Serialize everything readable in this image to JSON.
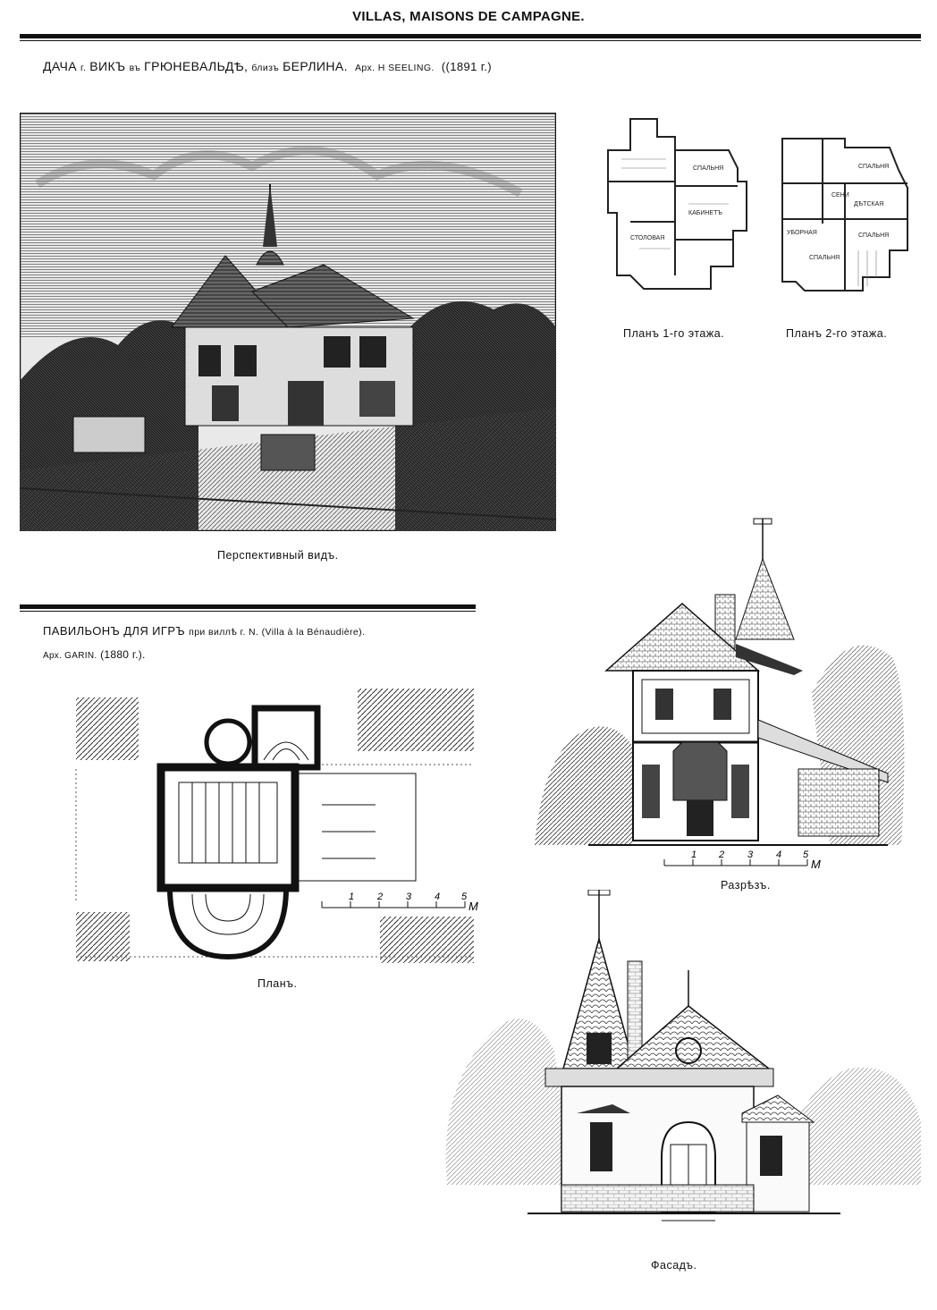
{
  "header": {
    "title": "VILLAS, MAISONS DE CAMPAGNE."
  },
  "section1": {
    "title_main": "ДАЧА",
    "title_g": "г.",
    "title_name": "ВИКЪ",
    "title_v": "въ",
    "title_place": "ГРЮНЕВАЛЬДѢ,",
    "title_near": "близъ",
    "title_city": "БЕРЛИНА.",
    "title_arch": "Арх. H SEELING.",
    "title_year": "((1891 г.)",
    "caption_perspective": "Перспективный видъ.",
    "caption_plan1": "Планъ 1-го этажа.",
    "caption_plan2": "Планъ 2-го этажа."
  },
  "section2": {
    "title_main": "ПАВИЛЬОНЪ ДЛЯ ИГРЪ",
    "title_rest": "при виллѣ г. N. (Villa à la Bénaudière).",
    "arch": "Арх. GARIN.",
    "year": "(1880 г.).",
    "caption_plan": "Планъ.",
    "caption_section": "Разрѣзъ.",
    "caption_facade": "Фасадъ."
  },
  "scale_plan": {
    "ticks": [
      "1",
      "2",
      "3",
      "4",
      "5"
    ],
    "unit": "M"
  },
  "scale_section": {
    "ticks": [
      "1",
      "2",
      "3",
      "4",
      "5"
    ],
    "unit": "M"
  },
  "plan1_rooms": [
    "СПАЛЬНЯ",
    "КАБИНЕТЪ",
    "СТОЛОВАЯ"
  ],
  "plan2_rooms": [
    "СПАЛЬНЯ",
    "СЕНИ",
    "ДѢТСКАЯ",
    "УБОРНАЯ",
    "СПАЛЬНЯ",
    "СПАЛЬНЯ"
  ]
}
